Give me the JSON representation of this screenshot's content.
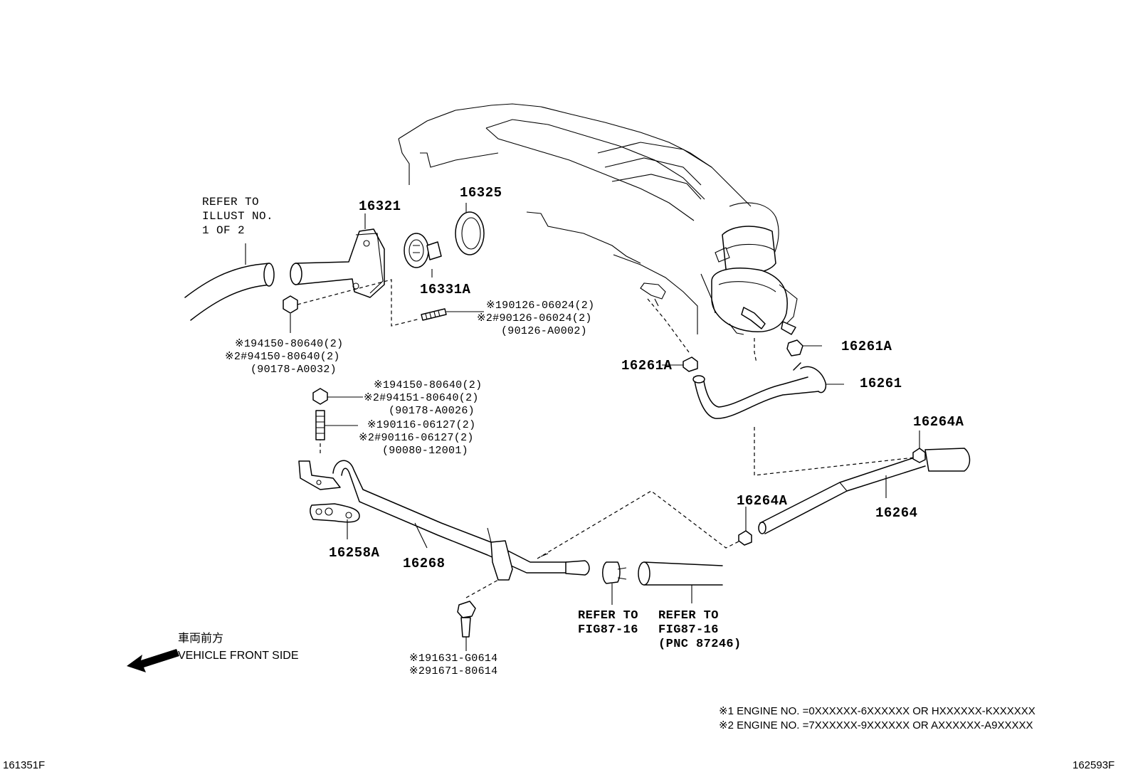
{
  "parts": {
    "p16321": "16321",
    "p16325": "16325",
    "p16331A": "16331A",
    "p16261A_right": "16261A",
    "p16261A_left": "16261A",
    "p16261": "16261",
    "p16264A_top": "16264A",
    "p16264A_mid": "16264A",
    "p16264": "16264",
    "p16258A": "16258A",
    "p16268": "16268"
  },
  "refer_illust": [
    "REFER TO",
    "ILLUST NO.",
    "1 OF 2"
  ],
  "stud_top": [
    "※190126-06024(2)",
    "※2#90126-06024(2)",
    "(90126-A0002)"
  ],
  "nut_left": [
    "※194150-80640(2)",
    "※2#94150-80640(2)",
    "(90178-A0032)"
  ],
  "nut_mid": [
    "※194150-80640(2)",
    "※2#94151-80640(2)",
    "(90178-A0026)"
  ],
  "stud_mid": [
    "※190116-06127(2)",
    "※2#90116-06127(2)",
    "(90080-12001)"
  ],
  "bolt_bottom": [
    "※191631-G0614",
    "※291671-80614"
  ],
  "refer_fig_a": [
    "REFER TO",
    "FIG87-16"
  ],
  "refer_fig_b": [
    "REFER TO",
    "FIG87-16",
    "(PNC 87246)"
  ],
  "direction": {
    "jp": "車両前方",
    "en": "VEHICLE FRONT SIDE"
  },
  "notes": [
    "※1 ENGINE NO. =0XXXXXX-6XXXXXX OR HXXXXXX-KXXXXXX",
    "※2 ENGINE NO. =7XXXXXX-9XXXXXX OR AXXXXXX-A9XXXXX"
  ],
  "footer": {
    "left_code": "161351F",
    "right_code": "162593F"
  }
}
